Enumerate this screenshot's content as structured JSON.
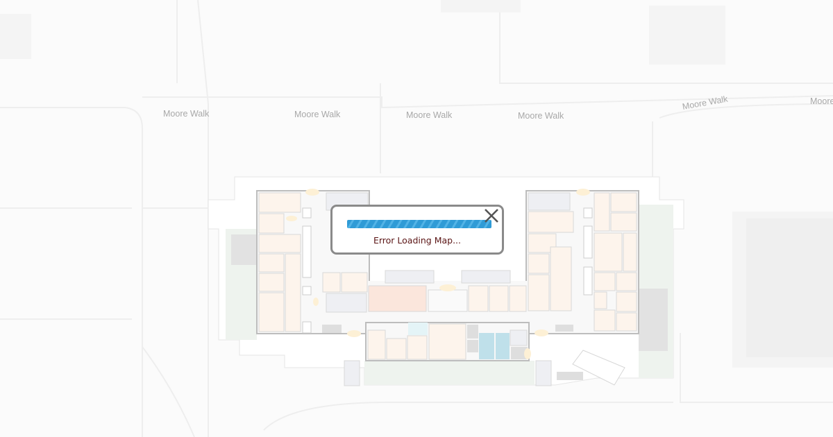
{
  "map": {
    "street_labels": [
      "Moore Walk",
      "Moore Walk",
      "Moore Walk",
      "Moore Walk",
      "Moore Walk",
      "Moore Walk"
    ]
  },
  "dialog": {
    "message": "Error Loading Map...",
    "progress_percent": 100,
    "progress_color": "#2f9bd6",
    "close_icon": "close-icon"
  }
}
